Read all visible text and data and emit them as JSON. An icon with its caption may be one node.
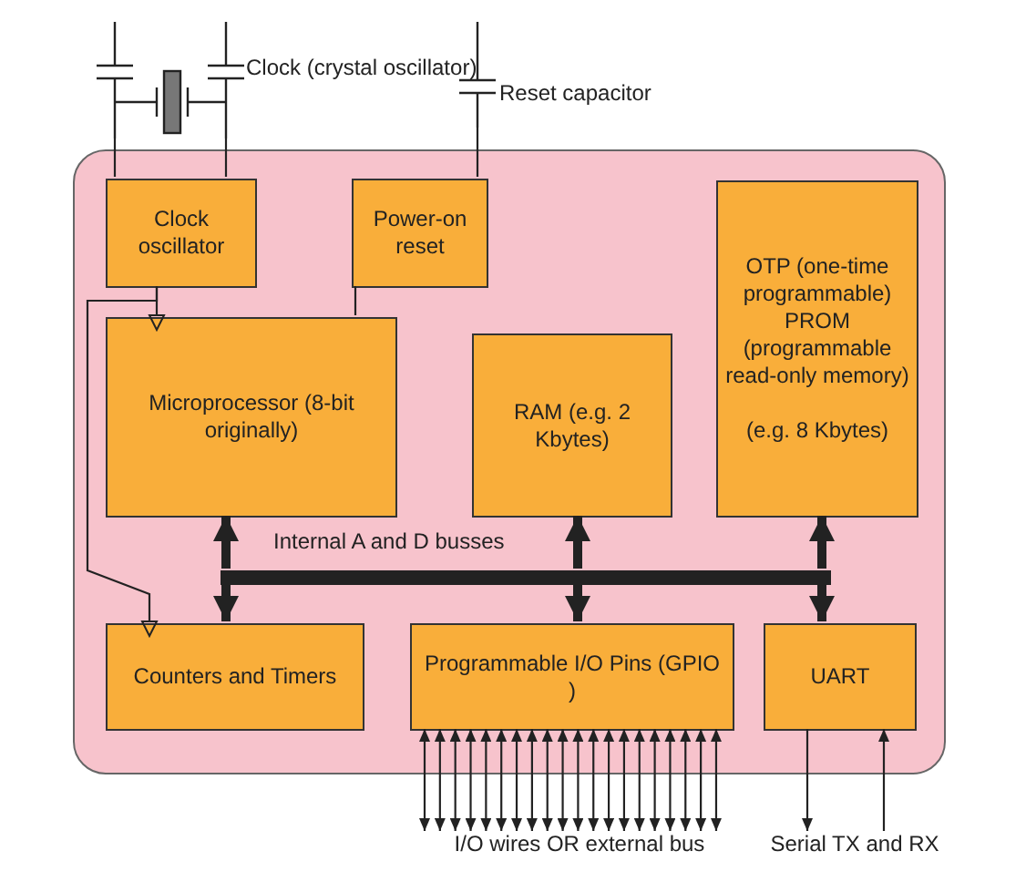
{
  "diagram": {
    "nodes": [
      {
        "text": [
          "Clock (crystal oscillator)"
        ]
      },
      {
        "text": [
          "Reset capacitor"
        ]
      },
      {
        "text": [],
        "shape": "box"
      },
      {
        "text": [
          "Clock oscillator"
        ],
        "in": 2
      },
      {
        "text": [
          "Power-on reset"
        ],
        "in": 2
      },
      {
        "text": [
          "OTP (one-time programmable) PROM (programmable read-only memory)",
          "(e.g. 8 Kbytes)"
        ],
        "in": 2
      },
      {
        "text": [
          "Microprocessor (8-bit originally)"
        ],
        "in": 2
      },
      {
        "text": [
          "RAM (e.g. 2 Kbytes)"
        ],
        "in": 2
      },
      {
        "text": [],
        "shape": "bar",
        "in": 2
      },
      {
        "text": [
          "Counters and Timers"
        ],
        "in": 2
      },
      {
        "text": [
          "Programmable I/O Pins (GPIO )"
        ],
        "in": 2
      },
      {
        "text": [
          "UART"
        ],
        "in": 2
      },
      {
        "text": [
          "I/O wires OR external bus"
        ]
      },
      {
        "text": [
          "Serial TX and RX"
        ]
      }
    ],
    "edges": [
      {
        "from": 0,
        "to": 3,
        "arrow": "none"
      },
      {
        "from": 0,
        "to": 3,
        "arrow": "none"
      },
      {
        "from": 1,
        "to": 4,
        "arrow": "none"
      },
      {
        "from": 3,
        "to": 6,
        "arrow": "to"
      },
      {
        "from": 3,
        "to": 9,
        "arrow": "to"
      },
      {
        "from": 4,
        "to": 6,
        "arrow": "none"
      },
      {
        "from": 8,
        "to": 6,
        "arrow": "to",
        "style": "thick"
      },
      {
        "from": 8,
        "to": 7,
        "arrow": "to",
        "style": "thick"
      },
      {
        "from": 8,
        "to": 5,
        "arrow": "to",
        "style": "thick"
      },
      {
        "from": 8,
        "to": 9,
        "arrow": "to",
        "style": "thick"
      },
      {
        "from": 8,
        "to": 10,
        "arrow": "to",
        "style": "thick"
      },
      {
        "from": 8,
        "to": 11,
        "arrow": "to",
        "style": "thick"
      },
      {
        "from": 10,
        "to": 12,
        "arrow": "both"
      },
      {
        "from": 10,
        "to": 12,
        "arrow": "both"
      },
      {
        "from": 10,
        "to": 12,
        "arrow": "both"
      },
      {
        "from": 10,
        "to": 12,
        "arrow": "both"
      },
      {
        "from": 10,
        "to": 12,
        "arrow": "both"
      },
      {
        "from": 10,
        "to": 12,
        "arrow": "both"
      },
      {
        "from": 10,
        "to": 12,
        "arrow": "both"
      },
      {
        "from": 10,
        "to": 12,
        "arrow": "both"
      },
      {
        "from": 10,
        "to": 12,
        "arrow": "both"
      },
      {
        "from": 10,
        "to": 12,
        "arrow": "both"
      },
      {
        "from": 10,
        "to": 12,
        "arrow": "both"
      },
      {
        "from": 10,
        "to": 12,
        "arrow": "both"
      },
      {
        "from": 10,
        "to": 12,
        "arrow": "both"
      },
      {
        "from": 10,
        "to": 12,
        "arrow": "both"
      },
      {
        "from": 10,
        "to": 12,
        "arrow": "both"
      },
      {
        "from": 10,
        "to": 12,
        "arrow": "both"
      },
      {
        "from": 10,
        "to": 12,
        "arrow": "both"
      },
      {
        "from": 10,
        "to": 12,
        "arrow": "both"
      },
      {
        "from": 10,
        "to": 12,
        "arrow": "both"
      },
      {
        "from": 10,
        "to": 12,
        "arrow": "both"
      },
      {
        "from": 11,
        "to": 13,
        "arrow": "to"
      },
      {
        "from": 13,
        "to": 11,
        "arrow": "to"
      }
    ],
    "labels": [
      "Internal A and D busses"
    ]
  }
}
